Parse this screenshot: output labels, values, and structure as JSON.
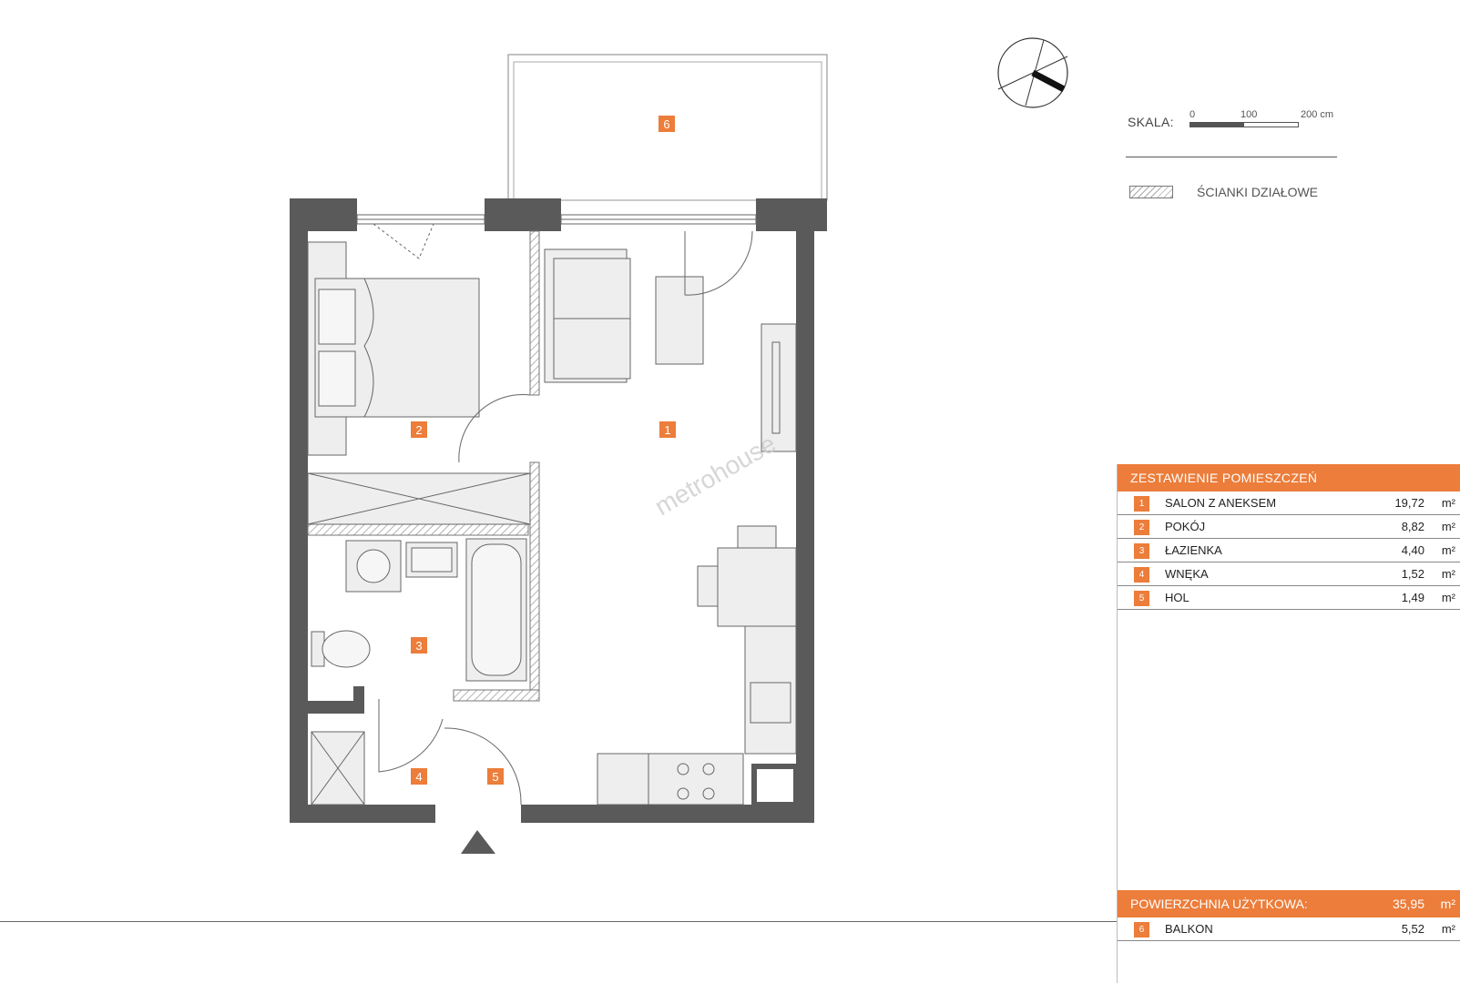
{
  "colors": {
    "accent": "#ec7d3a",
    "wall": "#5a5a5a",
    "furniture": "#eeeeee"
  },
  "room_labels": [
    {
      "id": "1"
    },
    {
      "id": "2"
    },
    {
      "id": "3"
    },
    {
      "id": "4"
    },
    {
      "id": "5"
    },
    {
      "id": "6"
    }
  ],
  "watermark": "metrohouse",
  "scale": {
    "label": "SKALA:",
    "ticks": [
      "0",
      "100",
      "200 cm"
    ]
  },
  "legend": {
    "partition_walls": "ŚCIANKI DZIAŁOWE"
  },
  "table": {
    "header": "ZESTAWIENIE POMIESZCZEŃ",
    "rooms": [
      {
        "num": "1",
        "name": "SALON Z ANEKSEM",
        "area": "19,72",
        "unit": "m²"
      },
      {
        "num": "2",
        "name": "POKÓJ",
        "area": "8,82",
        "unit": "m²"
      },
      {
        "num": "3",
        "name": "ŁAZIENKA",
        "area": "4,40",
        "unit": "m²"
      },
      {
        "num": "4",
        "name": "WNĘKA",
        "area": "1,52",
        "unit": "m²"
      },
      {
        "num": "5",
        "name": "HOL",
        "area": "1,49",
        "unit": "m²"
      }
    ],
    "total": {
      "label": "POWIERZCHNIA UŻYTKOWA:",
      "area": "35,95",
      "unit": "m²"
    },
    "balcony": {
      "num": "6",
      "name": "BALKON",
      "area": "5,52",
      "unit": "m²"
    }
  }
}
